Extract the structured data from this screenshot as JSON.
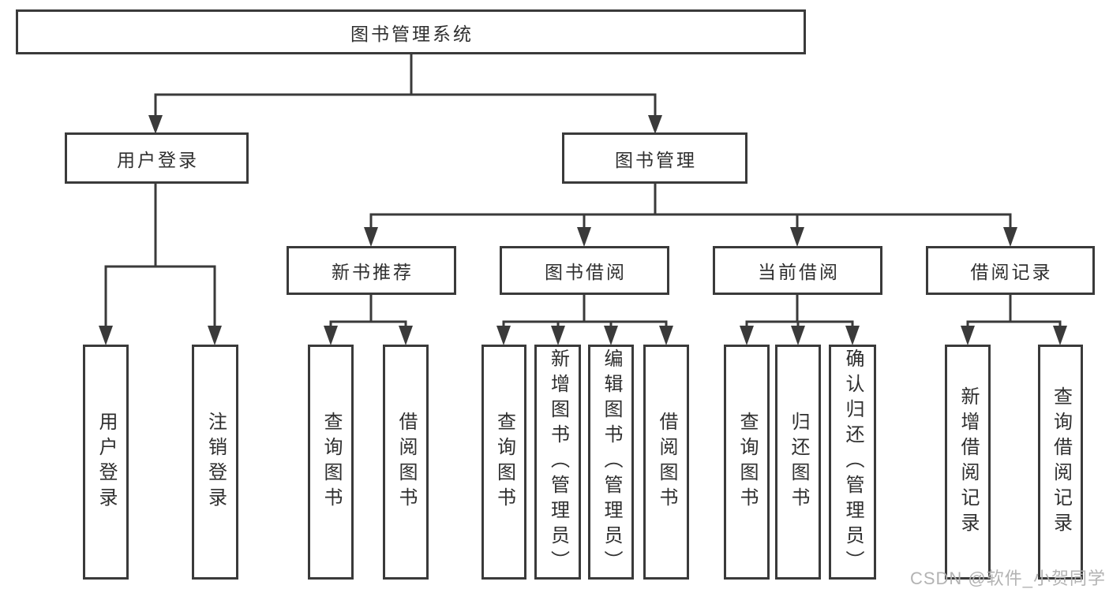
{
  "colors": {
    "line": "#3a3a3a",
    "text": "#2f2f2f",
    "background": "#ffffff",
    "watermark": "#afafaf"
  },
  "tree": {
    "root": {
      "label": "图书管理系统"
    },
    "branches": [
      {
        "label": "用户登录",
        "children": [
          {
            "label": "用户登录"
          },
          {
            "label": "注销登录"
          }
        ]
      },
      {
        "label": "图书管理",
        "children": [
          {
            "label": "新书推荐",
            "children": [
              {
                "label": "查询图书"
              },
              {
                "label": "借阅图书"
              }
            ]
          },
          {
            "label": "图书借阅",
            "children": [
              {
                "label": "查询图书"
              },
              {
                "label": "新增图书（管理员）"
              },
              {
                "label": "编辑图书（管理员）"
              },
              {
                "label": "借阅图书"
              }
            ]
          },
          {
            "label": "当前借阅",
            "children": [
              {
                "label": "查询图书"
              },
              {
                "label": "归还图书"
              },
              {
                "label": "确认归还（管理员）"
              }
            ]
          },
          {
            "label": "借阅记录",
            "children": [
              {
                "label": "新增借阅记录"
              },
              {
                "label": "查询借阅记录"
              }
            ]
          }
        ]
      }
    ]
  },
  "watermark": {
    "text": "CSDN @软件_小贺同学"
  }
}
